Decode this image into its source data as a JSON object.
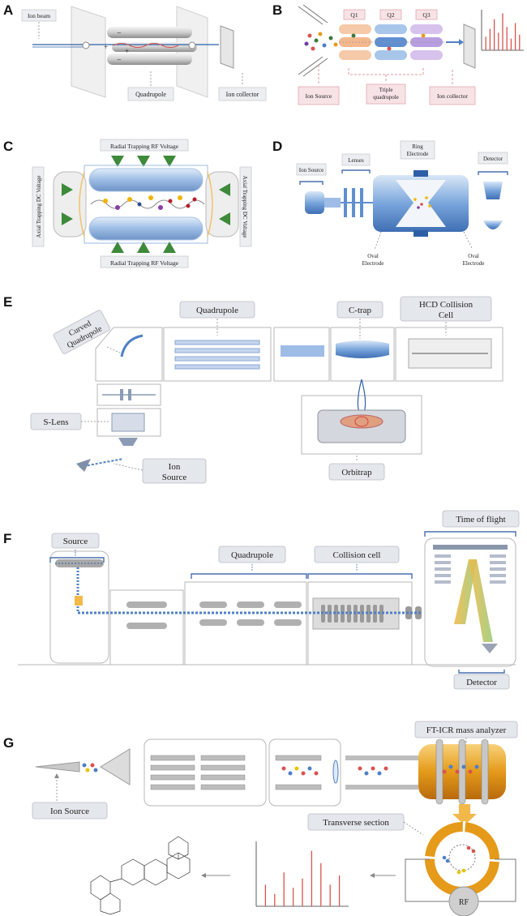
{
  "panels": {
    "A": {
      "letter": "A",
      "labels": {
        "ion_beam": "Ion beam",
        "quadrupole": "Quadrupole",
        "ion_collector": "Ion collector",
        "minus_top": "−",
        "minus_bot": "−",
        "plus_left": "+",
        "plus_right": "+"
      }
    },
    "B": {
      "letter": "B",
      "labels": {
        "q1": "Q1",
        "q2": "Q2",
        "q3": "Q3",
        "ion_source": "Ion Source",
        "triple_q_1": "Triple",
        "triple_q_2": "quadrupole",
        "ion_collector": "Ion collector"
      },
      "spectrum_values": [
        0.35,
        0.55,
        0.8,
        0.45,
        0.95,
        0.6,
        0.3,
        0.7,
        0.4
      ]
    },
    "C": {
      "letter": "C",
      "labels": {
        "radial_top": "Radial Trapping RF Voltage",
        "radial_bottom": "Radial Trapping RF Voltage",
        "axial_left": "Axial Trapping DC Voltage",
        "axial_right": "Axial Trapping DC Voltage"
      }
    },
    "D": {
      "letter": "D",
      "labels": {
        "ion_source": "Ion Source",
        "lenses": "Lenses",
        "ring_1": "Ring",
        "ring_2": "Electrode",
        "detector": "Detector",
        "oval_l1": "Oval",
        "oval_l2": "Electrode",
        "oval_r1": "Oval",
        "oval_r2": "Electrode"
      }
    },
    "E": {
      "letter": "E",
      "labels": {
        "curved_1": "Curved",
        "curved_2": "Quadrupole",
        "quadrupole": "Quadrupole",
        "ctrap": "C-trap",
        "hcd_1": "HCD Collision",
        "hcd_2": "Cell",
        "slens": "S-Lens",
        "ion_1": "Ion",
        "ion_2": "Source",
        "orbitrap": "Orbitrap"
      }
    },
    "F": {
      "letter": "F",
      "labels": {
        "source": "Source",
        "quadrupole": "Quadrupole",
        "collision_cell": "Collision cell",
        "tof": "Time of flight",
        "detector": "Detector"
      }
    },
    "G": {
      "letter": "G",
      "labels": {
        "ftcir": "FT-ICR mass analyzer",
        "ion_source": "Ion Source",
        "transverse": "Transverse section",
        "rf": "RF"
      },
      "spectrum_values": [
        0.35,
        0.2,
        0.55,
        0.3,
        0.45,
        0.9,
        0.7,
        0.35,
        0.5
      ]
    }
  },
  "colors": {
    "red_line": "#d9534f",
    "blue_device": "#4f80c6",
    "orange": "#e59a1a",
    "green_arrow": "#3d8a3a"
  }
}
